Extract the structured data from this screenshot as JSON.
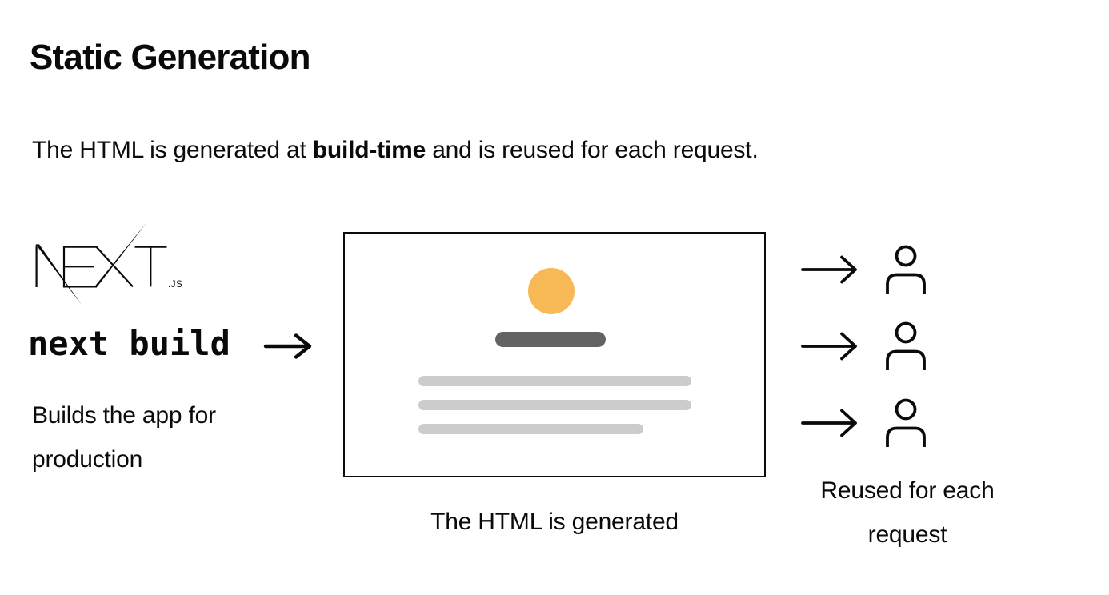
{
  "header": {
    "title": "Static Generation",
    "subtitle": {
      "pre": "The HTML is generated at ",
      "bold": "build-time",
      "post": " and is reused for each request."
    }
  },
  "build_step": {
    "logo_label": "NEXT.js",
    "logo_suffix": ".JS",
    "command": "next build",
    "caption": "Builds the app for production"
  },
  "html_page": {
    "caption": "The HTML is generated"
  },
  "requests": {
    "caption": "Reused for each request",
    "count": 3
  },
  "colors": {
    "ink": "#0A0A0A",
    "accent": "#F6B956",
    "bar_dark": "#636363",
    "bar_light": "#CCCCCC"
  }
}
